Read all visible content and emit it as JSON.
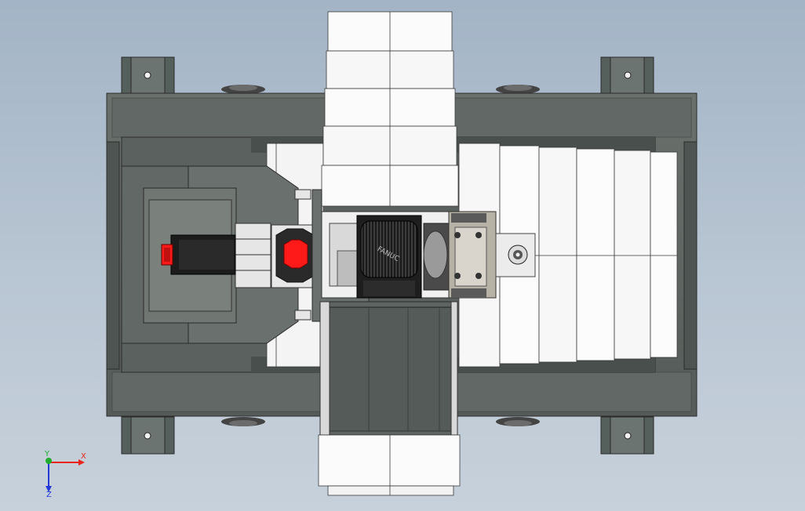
{
  "viewport": {
    "background_top": "#a3b4c6",
    "background_bottom": "#c7d1db"
  },
  "model": {
    "motor_label": "FANUC",
    "colors": {
      "frame_dark": "#585e5c",
      "frame_mid": "#737975",
      "frame_light": "#8a908c",
      "bellows_white": "#fafafa",
      "bellows_line": "#3a3a3a",
      "accent_red": "#ff1a1a",
      "motor_black": "#1c1c1c",
      "spindle_metal": "#b7b2a6"
    }
  },
  "triad": {
    "x_label": "X",
    "y_label": "Y",
    "z_label": "Z",
    "x_color": "#e8251c",
    "y_color": "#1fae2b",
    "z_color": "#2438d8"
  }
}
